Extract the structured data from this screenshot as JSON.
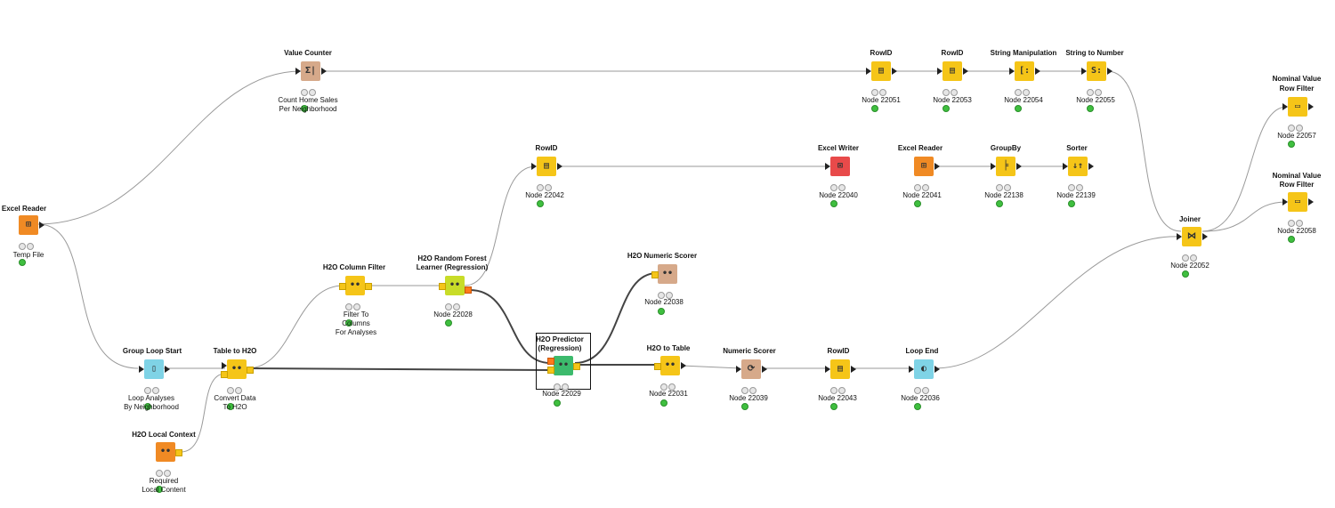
{
  "nodes": {
    "excel_reader_1": {
      "title": "Excel Reader",
      "caption": "Temp File",
      "color": "#f08a24",
      "icon": "excel-reader-icon"
    },
    "value_counter": {
      "title": "Value Counter",
      "caption_1": "Count Home Sales",
      "caption_2": "Per Neighborhood",
      "color": "#d6a98a",
      "icon": "value-counter-icon"
    },
    "rowid_22051": {
      "title": "RowID",
      "caption": "Node 22051",
      "color": "#f5c518",
      "icon": "rowid-icon"
    },
    "rowid_22053": {
      "title": "RowID",
      "caption": "Node 22053",
      "color": "#f5c518",
      "icon": "rowid-icon"
    },
    "string_manip": {
      "title": "String Manipulation",
      "caption": "Node 22054",
      "color": "#f5c518",
      "icon": "string-manipulation-icon"
    },
    "string_to_number": {
      "title": "String to Number",
      "caption": "Node 22055",
      "color": "#f5c518",
      "icon": "string-to-number-icon"
    },
    "nominal_filter_1": {
      "title_1": "Nominal Value",
      "title_2": "Row Filter",
      "caption": "Node 22057",
      "color": "#f5c518",
      "icon": "row-filter-icon"
    },
    "nominal_filter_2": {
      "title_1": "Nominal Value",
      "title_2": "Row Filter",
      "caption": "Node 22058",
      "color": "#f5c518",
      "icon": "row-filter-icon"
    },
    "joiner": {
      "title": "Joiner",
      "caption": "Node 22052",
      "color": "#f5c518",
      "icon": "joiner-icon"
    },
    "rowid_22042": {
      "title": "RowID",
      "caption": "Node 22042",
      "color": "#f5c518",
      "icon": "rowid-icon"
    },
    "excel_writer": {
      "title": "Excel Writer",
      "caption": "Node 22040",
      "color": "#e84a4a",
      "icon": "excel-writer-icon"
    },
    "excel_reader_2": {
      "title": "Excel Reader",
      "caption": "Node 22041",
      "color": "#f08a24",
      "icon": "excel-reader-icon"
    },
    "groupby": {
      "title": "GroupBy",
      "caption": "Node 22138",
      "color": "#f5c518",
      "icon": "groupby-icon"
    },
    "sorter": {
      "title": "Sorter",
      "caption": "Node 22139",
      "color": "#f5c518",
      "icon": "sorter-icon"
    },
    "h2o_column_filter": {
      "title": "H2O Column Filter",
      "caption_1": "Filter To",
      "caption_2": "Columns",
      "caption_3": "For Analyses",
      "color": "#f5c518",
      "icon": "h2o-icon"
    },
    "h2o_rf_learner": {
      "title_1": "H2O Random Forest",
      "title_2": "Learner (Regression)",
      "caption": "Node 22028",
      "color": "#c8dc28",
      "icon": "h2o-icon"
    },
    "h2o_numeric_scorer": {
      "title": "H2O Numeric Scorer",
      "caption": "Node 22038",
      "color": "#d6a98a",
      "icon": "h2o-icon"
    },
    "group_loop_start": {
      "title": "Group Loop Start",
      "caption_1": "Loop Analyses",
      "caption_2": "By Neighborhood",
      "color": "#7fd3e6",
      "icon": "loop-start-icon"
    },
    "table_to_h2o": {
      "title": "Table to H2O",
      "caption_1": "Convert Data",
      "caption_2": "To H2O",
      "color": "#f5c518",
      "icon": "h2o-icon"
    },
    "h2o_predictor": {
      "title_1": "H2O Predictor",
      "title_2": "(Regression)",
      "caption": "Node 22029",
      "color": "#3cba6c",
      "icon": "h2o-icon"
    },
    "h2o_to_table": {
      "title": "H2O to Table",
      "caption": "Node 22031",
      "color": "#f5c518",
      "icon": "h2o-icon"
    },
    "numeric_scorer": {
      "title": "Numeric Scorer",
      "caption": "Node 22039",
      "color": "#d6a98a",
      "icon": "numeric-scorer-icon"
    },
    "rowid_22043": {
      "title": "RowID",
      "caption": "Node 22043",
      "color": "#f5c518",
      "icon": "rowid-icon"
    },
    "loop_end": {
      "title": "Loop End",
      "caption": "Node 22036",
      "color": "#7fd3e6",
      "icon": "loop-end-icon"
    },
    "h2o_local_context": {
      "title": "H2O Local Context",
      "caption_1": "Required",
      "caption_2": "Local Content",
      "color": "#f08a24",
      "icon": "h2o-icon"
    }
  }
}
